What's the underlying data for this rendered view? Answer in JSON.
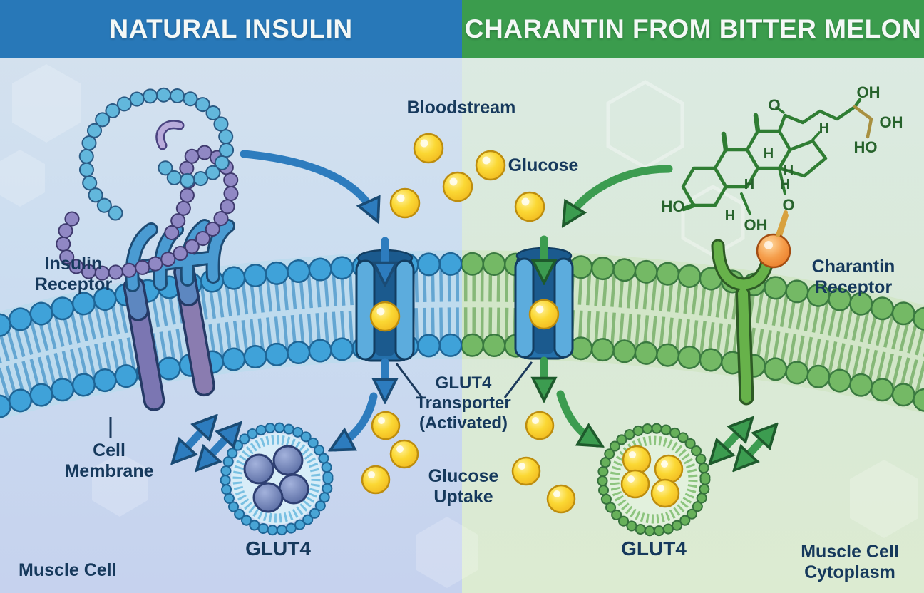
{
  "header": {
    "left": "NATURAL INSULIN",
    "right": "CHARANTIN FROM BITTER MELON"
  },
  "labels": {
    "bloodstream": "Bloodstream",
    "glucose": "Glucose",
    "insulin_receptor": "Insulin Receptor",
    "cell_membrane": "Cell Membrane",
    "muscle_cell": "Muscle Cell",
    "glut4_transporter": "GLUT4 Transporter (Activated)",
    "glucose_uptake": "Glucose Uptake",
    "glut4_left": "GLUT4",
    "glut4_right": "GLUT4",
    "charantin_receptor": "Charantin Receptor",
    "muscle_cytoplasm": "Muscle Cell Cytoplasm"
  },
  "chem": {
    "atoms": [
      {
        "t": "O"
      },
      {
        "t": "OH"
      },
      {
        "t": "OH"
      },
      {
        "t": "HO"
      },
      {
        "t": "HO"
      },
      {
        "t": "H"
      },
      {
        "t": "OH"
      },
      {
        "t": "O"
      },
      {
        "t": "H"
      },
      {
        "t": "H"
      },
      {
        "t": "H"
      },
      {
        "t": "H"
      },
      {
        "t": "H"
      }
    ]
  },
  "colors": {
    "header_blue": "#2878b8",
    "header_green": "#3b9c4d",
    "label_navy": "#16395c",
    "membrane_blue": "#3fa2d9",
    "membrane_green": "#74b965",
    "arrow_blue": "#2d7cbe",
    "arrow_green": "#3c9c50",
    "glucose_yellow": "#fbd834",
    "charantin_orange": "#f08a2e",
    "insulin_purple": "#9088c4"
  }
}
